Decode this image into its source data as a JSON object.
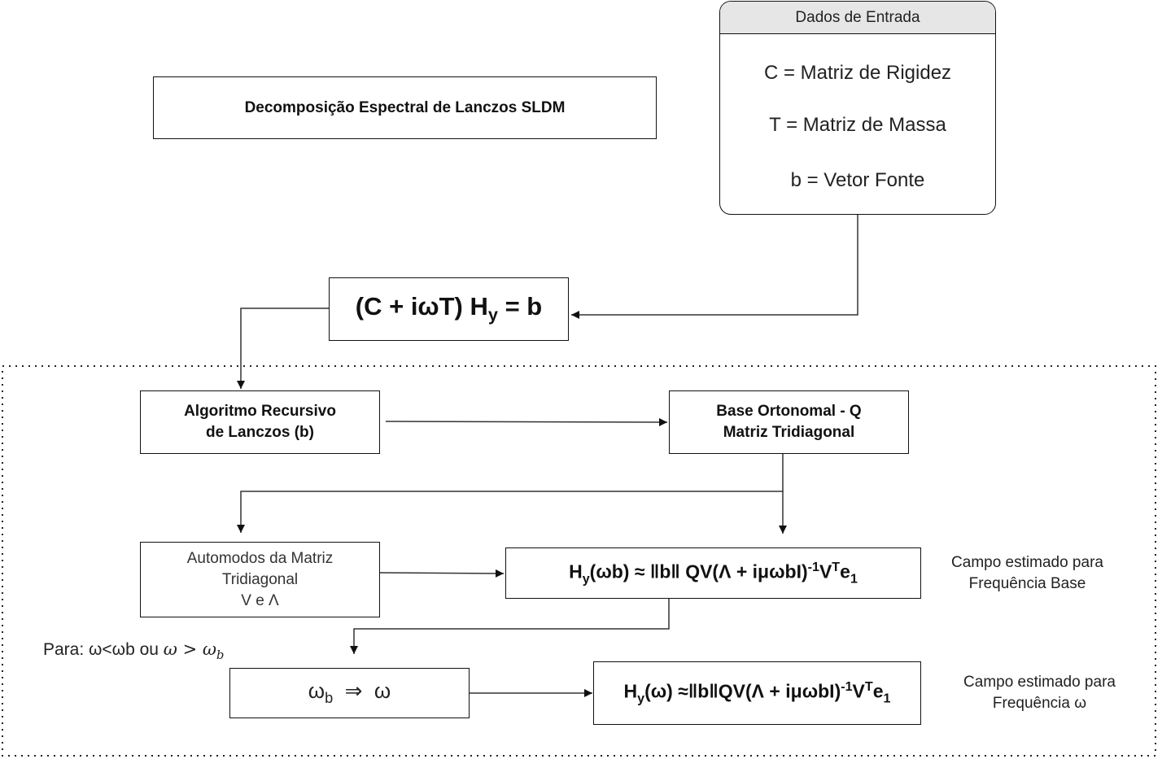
{
  "title_box": {
    "text": "Decomposição Espectral de Lanczos SLDM"
  },
  "input_panel": {
    "header": "Dados de Entrada",
    "items": [
      "C = Matriz de Rigidez",
      "T = Matriz de Massa",
      "b = Vetor Fonte"
    ]
  },
  "system_eq": {
    "lhs": "(C + iωT) H",
    "sub": "y",
    "rhs": " = b"
  },
  "lanczos_box": {
    "line1": "Algoritmo Recursivo",
    "line2": "de Lanczos (b)"
  },
  "basis_box": {
    "line1": "Base Ortonomal - Q",
    "line2": "Matriz Tridiagonal"
  },
  "eigen_box": {
    "line1": "Automodos da Matriz",
    "line2": "Tridiagonal",
    "line3": "V e Λ"
  },
  "base_field_eq": {
    "h": "H",
    "h_sub": "y",
    "p1": "(ωb) ≈ ‖b‖ QV(Λ + iμωbI)",
    "sup1": "-1",
    "v": "V",
    "sup2": "T",
    "e": "e",
    "e_sub": "1"
  },
  "base_field_note": {
    "line1": "Campo estimado para",
    "line2": "Frequência Base"
  },
  "condition_label": {
    "prefix": "Para: ω<ωb ou ",
    "math": "ω > ω",
    "math_sub": "b"
  },
  "freq_box": {
    "w": "ω",
    "w_sub": "b",
    "arrow": "⇒",
    "w2": "ω"
  },
  "freq_field_eq": {
    "h": "H",
    "h_sub": "y",
    "p1": "(ω) ≈‖b‖QV(Λ + iμωbI)",
    "sup1": "-1",
    "v": "V",
    "sup2": "T",
    "e": "e",
    "e_sub": "1"
  },
  "freq_field_note": {
    "line1": "Campo estimado para",
    "line2": "Frequência ω"
  }
}
